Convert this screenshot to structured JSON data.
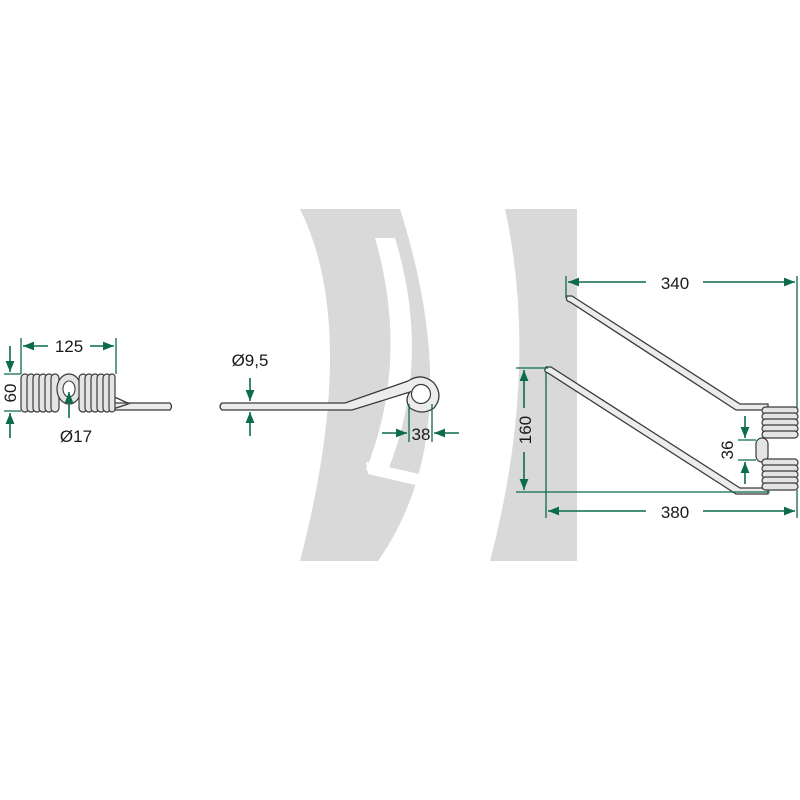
{
  "colors": {
    "dimension": "#0c6b4f",
    "watermark": "#d9d9d9",
    "part_outline": "#3a3a3a",
    "part_fill": "#ececec"
  },
  "dimensions": {
    "coil_width": "125",
    "coil_height": "60",
    "coil_bore": "Ø17",
    "wire_diameter": "Ø9,5",
    "eye_width": "38",
    "upper_arm_length": "340",
    "overall_height": "160",
    "coil_spacing": "36",
    "overall_length": "380"
  }
}
